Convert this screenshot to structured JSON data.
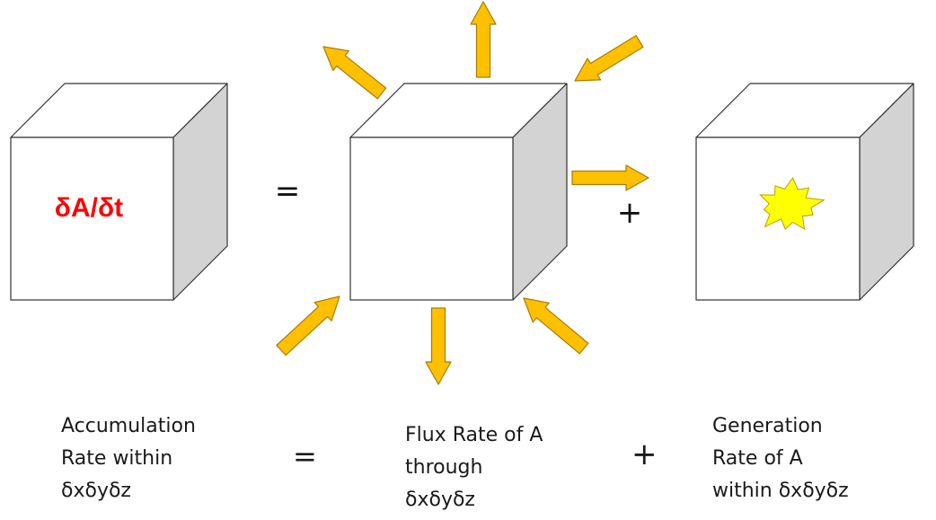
{
  "equation_symbols": {
    "equals": "=",
    "plus": "+"
  },
  "cube_label": "δA/δt",
  "captions": {
    "accumulation": [
      "Accumulation",
      "Rate within",
      "δxδyδz"
    ],
    "flux": [
      "Flux Rate of A",
      "through",
      "δxδyδz"
    ],
    "generation": [
      "Generation",
      "Rate of A",
      "within δxδyδz"
    ]
  },
  "colors": {
    "cube_front": "#ffffff",
    "cube_side": "#d3d3d3",
    "cube_stroke": "#333333",
    "arrow_fill": "#ffc000",
    "arrow_stroke": "#a67c00",
    "burst_fill": "#ffff00",
    "burst_stroke": "#b8a000",
    "label_red": "#ff0000"
  },
  "icons": {
    "arrow": "flux-arrow-icon",
    "burst": "generation-burst-icon"
  }
}
